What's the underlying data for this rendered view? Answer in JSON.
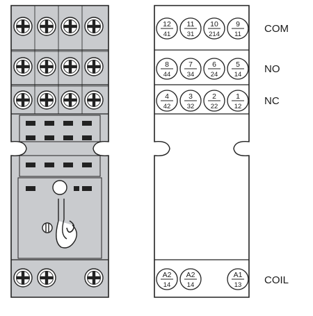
{
  "colors": {
    "socket_fill": "#c9cbce",
    "outline": "#222222",
    "screw_fill": "#ffffff",
    "terminal_face": "#ffffff"
  },
  "right_view": {
    "row_labels": {
      "com": "COM",
      "no": "NO",
      "nc": "NC",
      "coil": "COIL"
    },
    "terminals": {
      "com": [
        {
          "top": "12",
          "bottom": "41"
        },
        {
          "top": "11",
          "bottom": "31"
        },
        {
          "top": "10",
          "bottom": "214"
        },
        {
          "top": "9",
          "bottom": "11"
        }
      ],
      "no": [
        {
          "top": "8",
          "bottom": "44"
        },
        {
          "top": "7",
          "bottom": "34"
        },
        {
          "top": "6",
          "bottom": "24"
        },
        {
          "top": "5",
          "bottom": "14"
        }
      ],
      "nc": [
        {
          "top": "4",
          "bottom": "42"
        },
        {
          "top": "3",
          "bottom": "32"
        },
        {
          "top": "2",
          "bottom": "22"
        },
        {
          "top": "1",
          "bottom": "12"
        }
      ],
      "coil": [
        {
          "top": "A2",
          "bottom": "14"
        },
        {
          "top": "A2",
          "bottom": "14"
        },
        {
          "top": "A1",
          "bottom": "13"
        }
      ]
    }
  },
  "icons": {
    "screw": "phillips-screw-icon",
    "relay_socket": "relay-socket-icon"
  }
}
